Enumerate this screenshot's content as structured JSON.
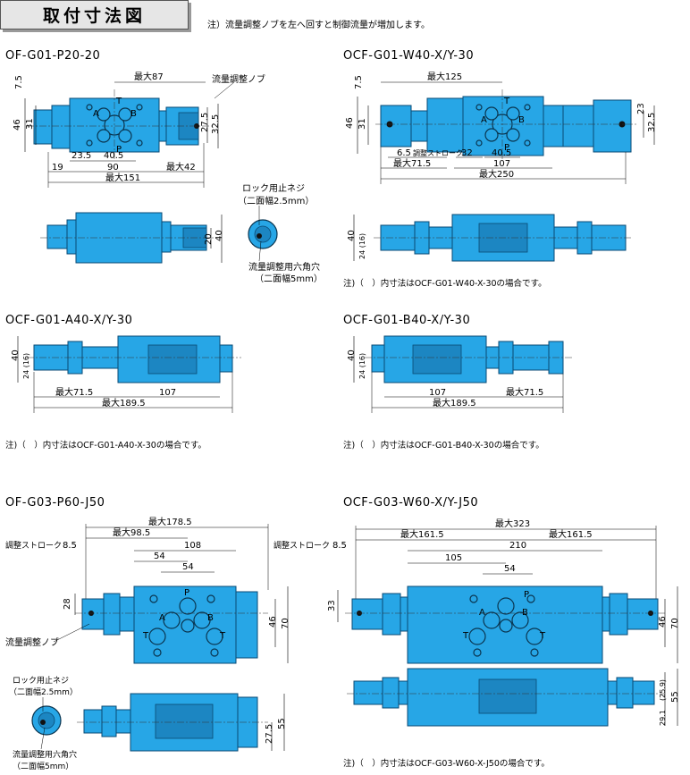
{
  "header": {
    "title": "取付寸法図"
  },
  "note": "注）流量調整ノブを左へ回すと制御流量が増加します。",
  "sections": {
    "s1": {
      "title": "OF-G01-P20-20"
    },
    "s2": {
      "title": "OCF-G01-W40-X/Y-30",
      "note": "注)（　）内寸法はOCF-G01-W40-X-30の場合です。"
    },
    "s3": {
      "title": "OCF-G01-A40-X/Y-30",
      "note": "注)（　）内寸法はOCF-G01-A40-X-30の場合です。"
    },
    "s4": {
      "title": "OCF-G01-B40-X/Y-30",
      "note": "注)（　）内寸法はOCF-G01-B40-X-30の場合です。"
    },
    "s5": {
      "title": "OF-G03-P60-J50"
    },
    "s6": {
      "title": "OCF-G03-W60-X/Y-J50",
      "note": "注)（　）内寸法はOCF-G03-W60-X-J50の場合です。"
    }
  },
  "callouts": {
    "knob": "流量調整ノブ",
    "lock_screw": "ロック用止ネジ",
    "lock_screw_size": "（二面幅2.5mm）",
    "hex_hole": "流量調整用六角穴",
    "hex_hole_size": "（二面幅5mm）",
    "stroke": "調整ストローク"
  },
  "ports": {
    "a": "A",
    "b": "B",
    "t": "T",
    "p": "P"
  },
  "dims": {
    "s1": {
      "d7_5": "7.5",
      "d46": "46",
      "d31": "31",
      "max87": "最大87",
      "d27_5": "27.5",
      "d32_5": "32.5",
      "d23_5": "23.5",
      "d40_5": "40.5",
      "d19": "19",
      "d90": "90",
      "max42": "最大42",
      "max151": "最大151",
      "d20": "20",
      "d40": "40"
    },
    "s2": {
      "d7_5": "7.5",
      "max125": "最大125",
      "d46": "46",
      "d31": "31",
      "d23": "23",
      "d32_5": "32.5",
      "d6_5": "6.5",
      "d32": "32",
      "d40_5": "40.5",
      "max71_5": "最大71.5",
      "d107": "107",
      "max250": "最大250",
      "d40": "40",
      "d24_16": "24 (16)"
    },
    "s3": {
      "d40": "40",
      "d24_16": "24 (16)",
      "max71_5": "最大71.5",
      "d107": "107",
      "max189_5": "最大189.5"
    },
    "s4": {
      "d40": "40",
      "d24_16": "24 (16)",
      "d107": "107",
      "max71_5": "最大71.5",
      "max189_5": "最大189.5"
    },
    "s5": {
      "max178_5": "最大178.5",
      "max98_5": "最大98.5",
      "d8_5": "8.5",
      "d108": "108",
      "d54a": "54",
      "d54b": "54",
      "d28": "28",
      "d46": "46",
      "d70": "70",
      "d27_5": "27.5",
      "d55": "55"
    },
    "s6": {
      "max323": "最大323",
      "max161_5a": "最大161.5",
      "max161_5b": "最大161.5",
      "d8_5": "8.5",
      "d210": "210",
      "d105": "105",
      "d54": "54",
      "d33": "33",
      "d46": "46",
      "d70": "70",
      "d25_9": "(25.9)",
      "d29_1": "29.1",
      "d55": "55"
    }
  }
}
